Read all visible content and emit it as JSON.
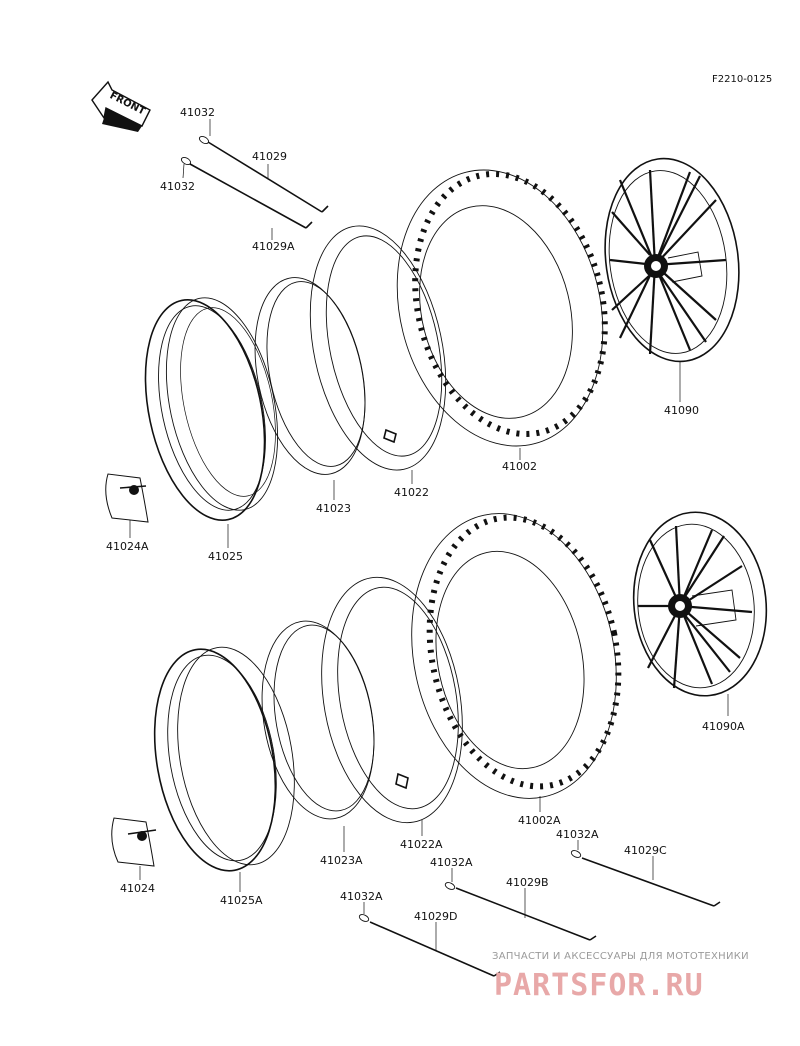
{
  "ref_code": "F2210-0125",
  "front_label": "FRONT",
  "watermark": {
    "tagline": "ЗАПЧАСТИ И АКСЕССУАРЫ ДЛЯ МОТОТЕХНИКИ",
    "logo": "PARTSFOR.RU",
    "color": "#e8a8a8"
  },
  "parts": {
    "p41032_a": "41032",
    "p41032_b": "41032",
    "p41029": "41029",
    "p41029A": "41029A",
    "p41002": "41002",
    "p41090": "41090",
    "p41022": "41022",
    "p41023": "41023",
    "p41025": "41025",
    "p41024A": "41024A",
    "p41002A": "41002A",
    "p41090A": "41090A",
    "p41022A": "41022A",
    "p41023A": "41023A",
    "p41025A": "41025A",
    "p41024": "41024",
    "p41032A_a": "41032A",
    "p41032A_b": "41032A",
    "p41032A_c": "41032A",
    "p41029B": "41029B",
    "p41029C": "41029C",
    "p41029D": "41029D"
  }
}
